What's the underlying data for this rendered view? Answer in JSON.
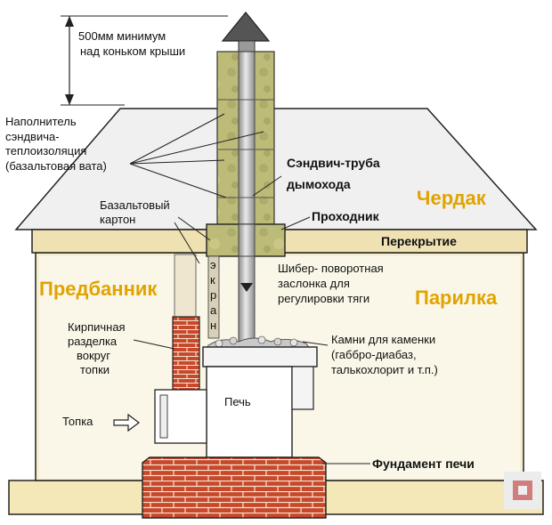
{
  "labels": {
    "height_rule_1": "500мм минимум",
    "height_rule_2": "над коньком крыши",
    "filler_1": "Наполнитель",
    "filler_2": "сэндвича-",
    "filler_3": "теплоизоляция",
    "filler_4": "(базальтовая вата)",
    "sandwich_1": "Сэндвич-труба",
    "sandwich_2": "дымохода",
    "basalt_1": "Базальтовый",
    "basalt_2": "картон",
    "passage": "Проходник",
    "ceiling": "Перекрытие",
    "screen_letters": [
      "э",
      "к",
      "р",
      "а",
      "н"
    ],
    "damper_1": "Шибер- поворотная",
    "damper_2": "заслонка для",
    "damper_3": "регулировки тяги",
    "brick_1": "Кирпичная",
    "brick_2": "разделка",
    "brick_3": "вокруг",
    "brick_4": "топки",
    "stones_1": "Камни для каменки",
    "stones_2": "(габбро-диабаз,",
    "stones_3": "талькохлорит и т.п.)",
    "stove": "Печь",
    "firebox": "Топка",
    "foundation": "Фундамент печи"
  },
  "rooms": {
    "attic": "Чердак",
    "dressing_room": "Предбанник",
    "steam_room": "Парилка"
  },
  "colors": {
    "room_label": "#e0a300",
    "roof_fill": "#f2f2f2",
    "wall_fill": "#f7efd2",
    "insulation": "#b9b872",
    "brick": "#c0442a",
    "metal": "#bcbcbc",
    "ground": "#f4e8b8"
  }
}
